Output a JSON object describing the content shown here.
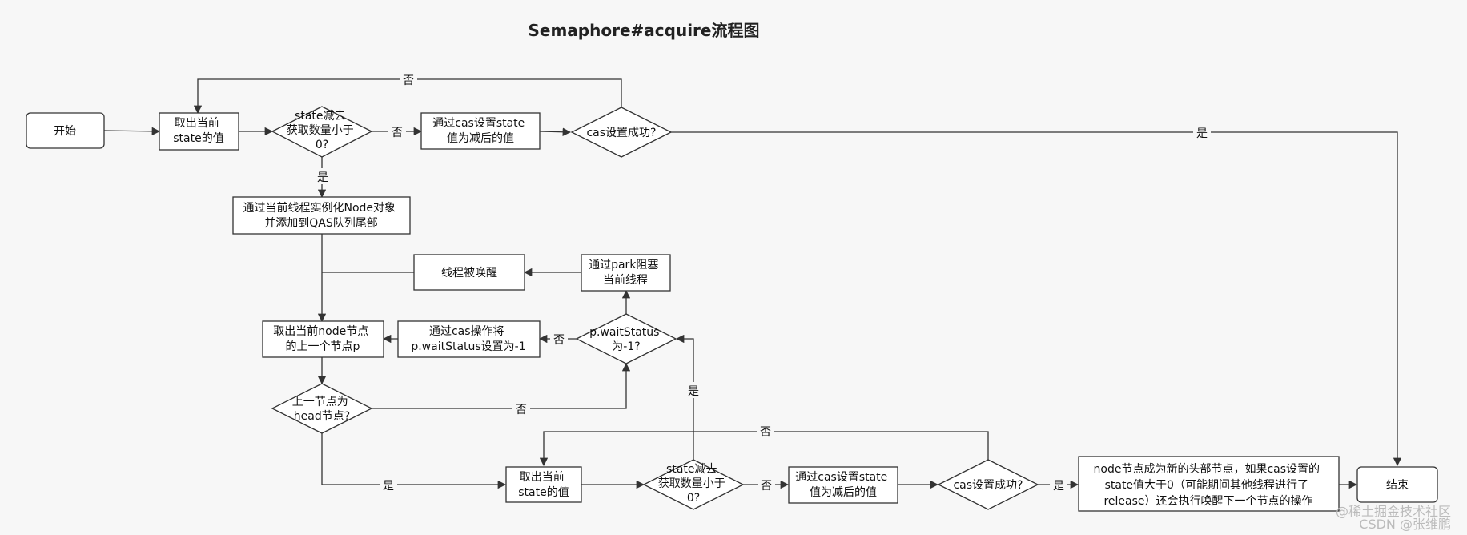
{
  "title": "Semaphore#acquire流程图",
  "nodes": {
    "start": [
      "开始"
    ],
    "get_state_1": [
      "取出当前",
      "state的值"
    ],
    "check_state_1": [
      "state减去",
      "获取数量小于",
      "0?"
    ],
    "cas_set_1": [
      "通过cas设置state",
      "值为减后的值"
    ],
    "cas_ok_1": [
      "cas设置成功?"
    ],
    "new_node": [
      "通过当前线程实例化Node对象",
      "并添加到QAS队列尾部"
    ],
    "woken": [
      "线程被唤醒"
    ],
    "park": [
      "通过park阻塞",
      "当前线程"
    ],
    "get_prev": [
      "取出当前node节点",
      "的上一个节点p"
    ],
    "cas_wait": [
      "通过cas操作将",
      "p.waitStatus设置为-1"
    ],
    "check_wait": [
      "p.waitStatus",
      "为-1?"
    ],
    "is_head": [
      "上一节点为",
      "head节点?"
    ],
    "get_state_2": [
      "取出当前",
      "state的值"
    ],
    "check_state_2": [
      "state减去",
      "获取数量小于",
      "0?"
    ],
    "cas_set_2": [
      "通过cas设置state",
      "值为减后的值"
    ],
    "cas_ok_2": [
      "cas设置成功?"
    ],
    "new_head": [
      "node节点成为新的头部节点，如果cas设置的",
      "state值大于0（可能期间其他线程进行了",
      "release）还会执行唤醒下一个节点的操作"
    ],
    "end": [
      "结束"
    ]
  },
  "edge_labels": {
    "yes": "是",
    "no": "否"
  },
  "watermark": [
    "@稀土掘金技术社区",
    "CSDN @张维鹏"
  ]
}
